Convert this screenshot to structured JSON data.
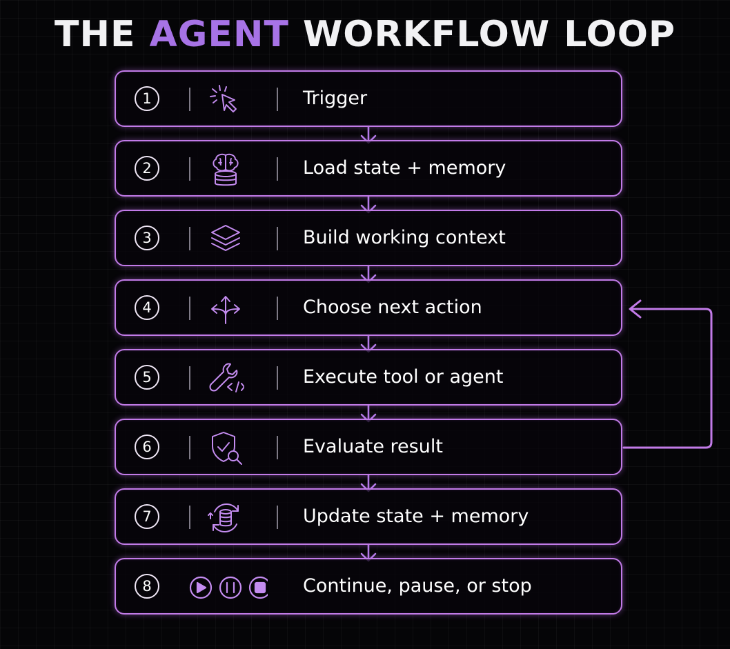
{
  "title": {
    "word1": "THE",
    "word2": "AGENT",
    "word3": "WORKFLOW",
    "word4": "LOOP"
  },
  "colors": {
    "background": "#050507",
    "accent": "#a773e6",
    "border": "#c27be8",
    "arrow": "#b47ce8",
    "icon": "#c48cf0"
  },
  "steps": [
    {
      "number": "1",
      "label": "Trigger",
      "icon": "cursor-click-icon"
    },
    {
      "number": "2",
      "label": "Load state + memory",
      "icon": "brain-database-icon"
    },
    {
      "number": "3",
      "label": "Build working context",
      "icon": "layers-icon"
    },
    {
      "number": "4",
      "label": "Choose next action",
      "icon": "fork-arrows-icon"
    },
    {
      "number": "5",
      "label": "Execute tool or agent",
      "icon": "wrench-code-icon"
    },
    {
      "number": "6",
      "label": "Evaluate result",
      "icon": "shield-check-search-icon"
    },
    {
      "number": "7",
      "label": "Update state + memory",
      "icon": "database-sync-icon"
    },
    {
      "number": "8",
      "label": "Continue, pause, or stop",
      "icon": [
        "play-icon",
        "pause-icon",
        "stop-icon"
      ]
    }
  ],
  "loop": {
    "from_step": "6",
    "to_step": "4"
  }
}
